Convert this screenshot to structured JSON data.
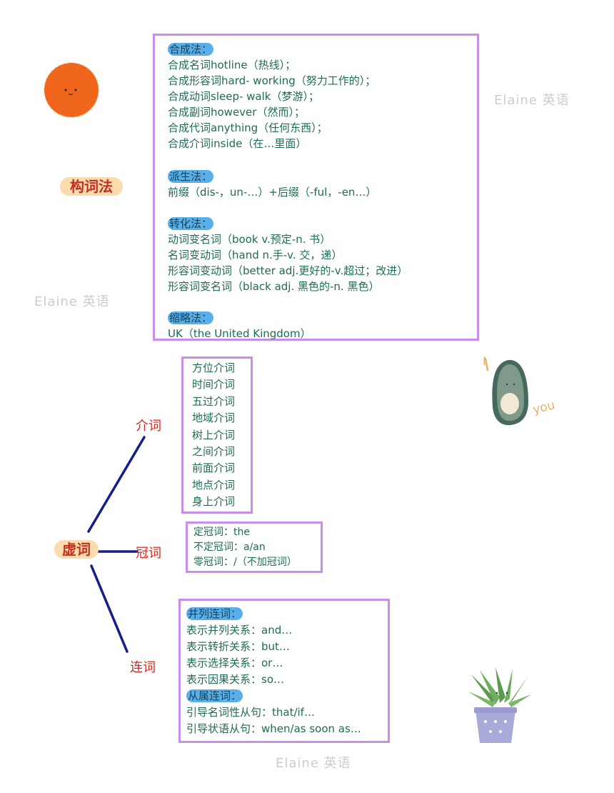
{
  "word_formation": {
    "center_label": "构词法",
    "sections": [
      {
        "heading": "合成法：",
        "items": [
          "合成名词hotline（热线）；",
          "合成形容词hard- working（努力工作的）；",
          "合成动词sleep- walk（梦游）；",
          "合成副词however（然而）；",
          "合成代词anything（任何东西）；",
          "合成介词inside（在…里面）"
        ]
      },
      {
        "heading": "派生法：",
        "items": [
          "前缀（dis-，un-…）+后缀（-ful，-en…）"
        ]
      },
      {
        "heading": "转化法：",
        "items": [
          "动词变名词（book v.预定-n. 书）",
          "名词变动词（hand n.手-v. 交，递）",
          "形容词变动词（better adj.更好的-v.超过；改进）",
          " 形容词变名词（black adj. 黑色的-n. 黑色）"
        ]
      },
      {
        "heading": "缩略法：",
        "items": [
          "UK（the United Kingdom）"
        ]
      }
    ]
  },
  "function_words": {
    "center_label": "虚词",
    "branches": [
      {
        "label": "介词",
        "items": [
          "方位介词",
          "时间介词",
          "五过介词",
          "地域介词",
          "树上介词",
          "之间介词",
          "前面介词",
          "地点介词",
          "身上介词"
        ]
      },
      {
        "label": "冠词",
        "items": [
          "定冠词：the",
          "不定冠词：a/an",
          "零冠词：/（不加冠词）"
        ]
      },
      {
        "label": "连词",
        "groups": [
          {
            "heading": "并列连词：",
            "items": [
              "表示并列关系：and…",
              "表示转折关系：but…",
              "表示选择关系：or…",
              "表示因果关系：so…"
            ]
          },
          {
            "heading": "从属连词：",
            "items": [
              "引导名词性从句：that/if…",
              "引导状语从句：when/as soon as…"
            ]
          }
        ]
      }
    ]
  },
  "decorations": {
    "avocado_text_left": "I",
    "avocado_text_right": "you"
  },
  "watermarks": [
    "Elaine 英语",
    "Elaine 英语",
    "Elaine 英语"
  ],
  "colors": {
    "box_border": "#c98ee8",
    "text_green": "#1e6b57",
    "highlight_blue": "#5aaee9",
    "label_red": "#d1281f",
    "pill_peach": "#fcdcae",
    "branch_navy": "#151e8c"
  }
}
